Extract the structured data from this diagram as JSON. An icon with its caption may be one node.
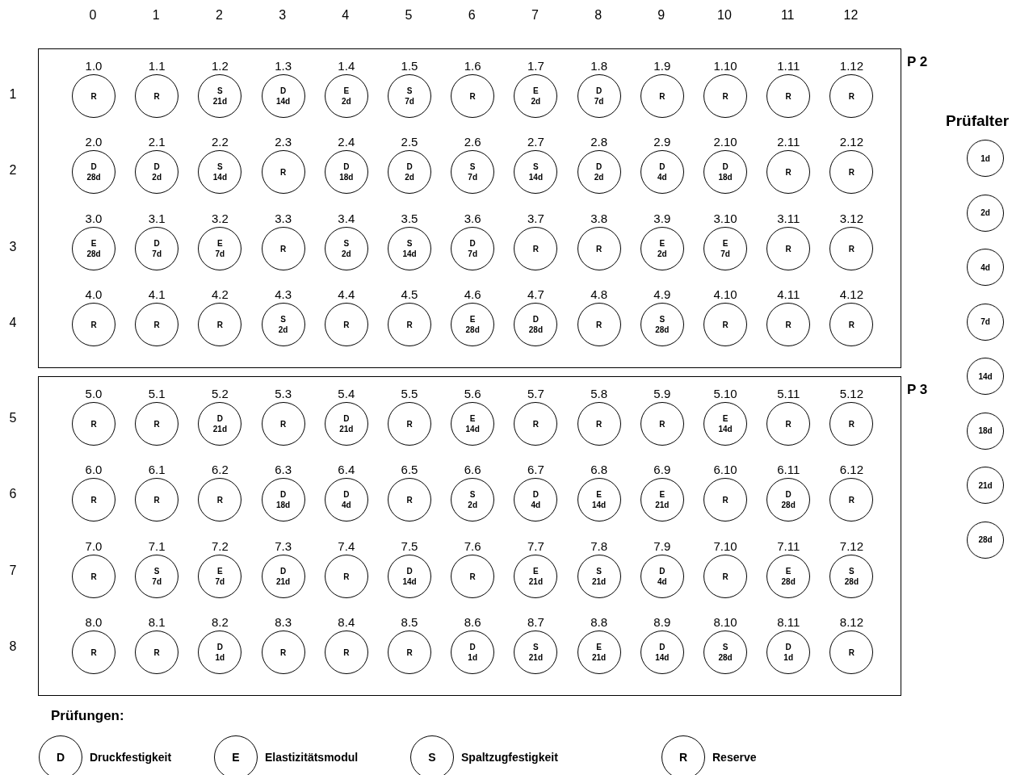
{
  "diagram": {
    "nodes": [
      {
        "text": [
          "P 2"
        ]
      },
      {
        "text": [
          "1.0",
          "R"
        ],
        "in": 0
      },
      {
        "text": [
          "1.1",
          "R"
        ],
        "in": 0
      },
      {
        "text": [
          "1.2",
          "S",
          "21d"
        ],
        "in": 0
      },
      {
        "text": [
          "1.3",
          "D",
          "14d"
        ],
        "in": 0
      },
      {
        "text": [
          "1.4",
          "E",
          "2d"
        ],
        "in": 0
      },
      {
        "text": [
          "1.5",
          "S",
          "7d"
        ],
        "in": 0
      },
      {
        "text": [
          "1.6",
          "R"
        ],
        "in": 0
      },
      {
        "text": [
          "1.7",
          "E",
          "2d"
        ],
        "in": 0
      },
      {
        "text": [
          "1.8",
          "D",
          "7d"
        ],
        "in": 0
      },
      {
        "text": [
          "1.9",
          "R"
        ],
        "in": 0
      },
      {
        "text": [
          "1.10",
          "R"
        ],
        "in": 0
      },
      {
        "text": [
          "1.11",
          "R"
        ],
        "in": 0
      },
      {
        "text": [
          "1.12",
          "R"
        ],
        "in": 0
      },
      {
        "text": [
          "2.0",
          "D",
          "28d"
        ],
        "in": 0
      },
      {
        "text": [
          "2.1",
          "D",
          "2d"
        ],
        "in": 0
      },
      {
        "text": [
          "2.2",
          "S",
          "14d"
        ],
        "in": 0
      },
      {
        "text": [
          "2.3",
          "R"
        ],
        "in": 0
      },
      {
        "text": [
          "2.4",
          "D",
          "18d"
        ],
        "in": 0
      },
      {
        "text": [
          "2.5",
          "D",
          "2d"
        ],
        "in": 0
      },
      {
        "text": [
          "2.6",
          "S",
          "7d"
        ],
        "in": 0
      },
      {
        "text": [
          "2.7",
          "S",
          "14d"
        ],
        "in": 0
      },
      {
        "text": [
          "2.8",
          "D",
          "2d"
        ],
        "in": 0
      },
      {
        "text": [
          "2.9",
          "D",
          "4d"
        ],
        "in": 0
      },
      {
        "text": [
          "2.10",
          "D",
          "18d"
        ],
        "in": 0
      },
      {
        "text": [
          "2.11",
          "R"
        ],
        "in": 0
      },
      {
        "text": [
          "2.12",
          "R"
        ],
        "in": 0
      },
      {
        "text": [
          "3.0",
          "E",
          "28d"
        ],
        "in": 0
      },
      {
        "text": [
          "3.1",
          "D",
          "7d"
        ],
        "in": 0
      },
      {
        "text": [
          "3.2",
          "E",
          "7d"
        ],
        "in": 0
      },
      {
        "text": [
          "3.3",
          "R"
        ],
        "in": 0
      },
      {
        "text": [
          "3.4",
          "S",
          "2d"
        ],
        "in": 0
      },
      {
        "text": [
          "3.5",
          "S",
          "14d"
        ],
        "in": 0
      },
      {
        "text": [
          "3.6",
          "D",
          "7d"
        ],
        "in": 0
      },
      {
        "text": [
          "3.7",
          "R"
        ],
        "in": 0
      },
      {
        "text": [
          "3.8",
          "R"
        ],
        "in": 0
      },
      {
        "text": [
          "3.9",
          "E",
          "2d"
        ],
        "in": 0
      },
      {
        "text": [
          "3.10",
          "E",
          "7d"
        ],
        "in": 0
      },
      {
        "text": [
          "3.11",
          "R"
        ],
        "in": 0
      },
      {
        "text": [
          "3.12",
          "R"
        ],
        "in": 0
      },
      {
        "text": [
          "4.0",
          "R"
        ],
        "in": 0
      },
      {
        "text": [
          "4.1",
          "R"
        ],
        "in": 0
      },
      {
        "text": [
          "4.2",
          "R"
        ],
        "in": 0
      },
      {
        "text": [
          "4.3",
          "S",
          "2d"
        ],
        "in": 0
      },
      {
        "text": [
          "4.4",
          "R"
        ],
        "in": 0
      },
      {
        "text": [
          "4.5",
          "R"
        ],
        "in": 0
      },
      {
        "text": [
          "4.6",
          "E",
          "28d"
        ],
        "in": 0
      },
      {
        "text": [
          "4.7",
          "D",
          "28d"
        ],
        "in": 0
      },
      {
        "text": [
          "4.8",
          "R"
        ],
        "in": 0
      },
      {
        "text": [
          "4.9",
          "S",
          "28d"
        ],
        "in": 0
      },
      {
        "text": [
          "4.10",
          "R"
        ],
        "in": 0
      },
      {
        "text": [
          "4.11",
          "R"
        ],
        "in": 0
      },
      {
        "text": [
          "4.12",
          "R"
        ],
        "in": 0
      },
      {
        "text": [
          "P 3"
        ]
      },
      {
        "text": [
          "5.0",
          "R"
        ],
        "in": 53
      },
      {
        "text": [
          "5.1",
          "R"
        ],
        "in": 53
      },
      {
        "text": [
          "5.2",
          "D",
          "21d"
        ],
        "in": 53
      },
      {
        "text": [
          "5.3",
          "R"
        ],
        "in": 53
      },
      {
        "text": [
          "5.4",
          "D",
          "21d"
        ],
        "in": 53
      },
      {
        "text": [
          "5.5",
          "R"
        ],
        "in": 53
      },
      {
        "text": [
          "5.6",
          "E",
          "14d"
        ],
        "in": 53
      },
      {
        "text": [
          "5.7",
          "R"
        ],
        "in": 53
      },
      {
        "text": [
          "5.8",
          "R"
        ],
        "in": 53
      },
      {
        "text": [
          "5.9",
          "R"
        ],
        "in": 53
      },
      {
        "text": [
          "5.10",
          "E",
          "14d"
        ],
        "in": 53
      },
      {
        "text": [
          "5.11",
          "R"
        ],
        "in": 53
      },
      {
        "text": [
          "5.12",
          "R"
        ],
        "in": 53
      },
      {
        "text": [
          "6.0",
          "R"
        ],
        "in": 53
      },
      {
        "text": [
          "6.1",
          "R"
        ],
        "in": 53
      },
      {
        "text": [
          "6.2",
          "R"
        ],
        "in": 53
      },
      {
        "text": [
          "6.3",
          "D",
          "18d"
        ],
        "in": 53
      },
      {
        "text": [
          "6.4",
          "D",
          "4d"
        ],
        "in": 53
      },
      {
        "text": [
          "6.5",
          "R"
        ],
        "in": 53
      },
      {
        "text": [
          "6.6",
          "S",
          "2d"
        ],
        "in": 53
      },
      {
        "text": [
          "6.7",
          "D",
          "4d"
        ],
        "in": 53
      },
      {
        "text": [
          "6.8",
          "E",
          "14d"
        ],
        "in": 53
      },
      {
        "text": [
          "6.9",
          "E",
          "21d"
        ],
        "in": 53
      },
      {
        "text": [
          "6.10",
          "R"
        ],
        "in": 53
      },
      {
        "text": [
          "6.11",
          "D",
          "28d"
        ],
        "in": 53
      },
      {
        "text": [
          "6.12",
          "R"
        ],
        "in": 53
      },
      {
        "text": [
          "7.0",
          "R"
        ],
        "in": 53
      },
      {
        "text": [
          "7.1",
          "S",
          "7d"
        ],
        "in": 53
      },
      {
        "text": [
          "7.2",
          "E",
          "7d"
        ],
        "in": 53
      },
      {
        "text": [
          "7.3",
          "D",
          "21d"
        ],
        "in": 53
      },
      {
        "text": [
          "7.4",
          "R"
        ],
        "in": 53
      },
      {
        "text": [
          "7.5",
          "D",
          "14d"
        ],
        "in": 53
      },
      {
        "text": [
          "7.6",
          "R"
        ],
        "in": 53
      },
      {
        "text": [
          "7.7",
          "E",
          "21d"
        ],
        "in": 53
      },
      {
        "text": [
          "7.8",
          "S",
          "21d"
        ],
        "in": 53
      },
      {
        "text": [
          "7.9",
          "D",
          "4d"
        ],
        "in": 53
      },
      {
        "text": [
          "7.10",
          "R"
        ],
        "in": 53
      },
      {
        "text": [
          "7.11",
          "E",
          "28d"
        ],
        "in": 53
      },
      {
        "text": [
          "7.12",
          "S",
          "28d"
        ],
        "in": 53
      },
      {
        "text": [
          "8.0",
          "R"
        ],
        "in": 53
      },
      {
        "text": [
          "8.1",
          "R"
        ],
        "in": 53
      },
      {
        "text": [
          "8.2",
          "D",
          "1d"
        ],
        "in": 53
      },
      {
        "text": [
          "8.3",
          "R"
        ],
        "in": 53
      },
      {
        "text": [
          "8.4",
          "R"
        ],
        "in": 53
      },
      {
        "text": [
          "8.5",
          "R"
        ],
        "in": 53
      },
      {
        "text": [
          "8.6",
          "D",
          "1d"
        ],
        "in": 53
      },
      {
        "text": [
          "8.7",
          "S",
          "21d"
        ],
        "in": 53
      },
      {
        "text": [
          "8.8",
          "E",
          "21d"
        ],
        "in": 53
      },
      {
        "text": [
          "8.9",
          "D",
          "14d"
        ],
        "in": 53
      },
      {
        "text": [
          "8.10",
          "S",
          "28d"
        ],
        "in": 53
      },
      {
        "text": [
          "8.11",
          "D",
          "1d"
        ],
        "in": 53
      },
      {
        "text": [
          "8.12",
          "R"
        ],
        "in": 53
      },
      {
        "text": [
          "1d"
        ]
      },
      {
        "text": [
          "2d"
        ]
      },
      {
        "text": [
          "4d"
        ]
      },
      {
        "text": [
          "7d"
        ]
      },
      {
        "text": [
          "14d"
        ]
      },
      {
        "text": [
          "18d"
        ]
      },
      {
        "text": [
          "21d"
        ]
      },
      {
        "text": [
          "28d"
        ]
      },
      {
        "text": [
          "D"
        ],
        "beside": [
          "Druckfestigkeit"
        ]
      },
      {
        "text": [
          "E"
        ],
        "beside": [
          "Elastizitätsmodul"
        ]
      },
      {
        "text": [
          "S"
        ],
        "beside": [
          "Spaltzugfestigkeit"
        ]
      },
      {
        "text": [
          "R"
        ],
        "beside": [
          "Reserve"
        ]
      }
    ],
    "labels": [
      "0",
      "1",
      "2",
      "3",
      "4",
      "5",
      "6",
      "7",
      "8",
      "9",
      "10",
      "11",
      "12",
      "1",
      "2",
      "3",
      "4",
      "5",
      "6",
      "7",
      "8",
      "Prüfalter",
      "Prüfungen:"
    ]
  }
}
